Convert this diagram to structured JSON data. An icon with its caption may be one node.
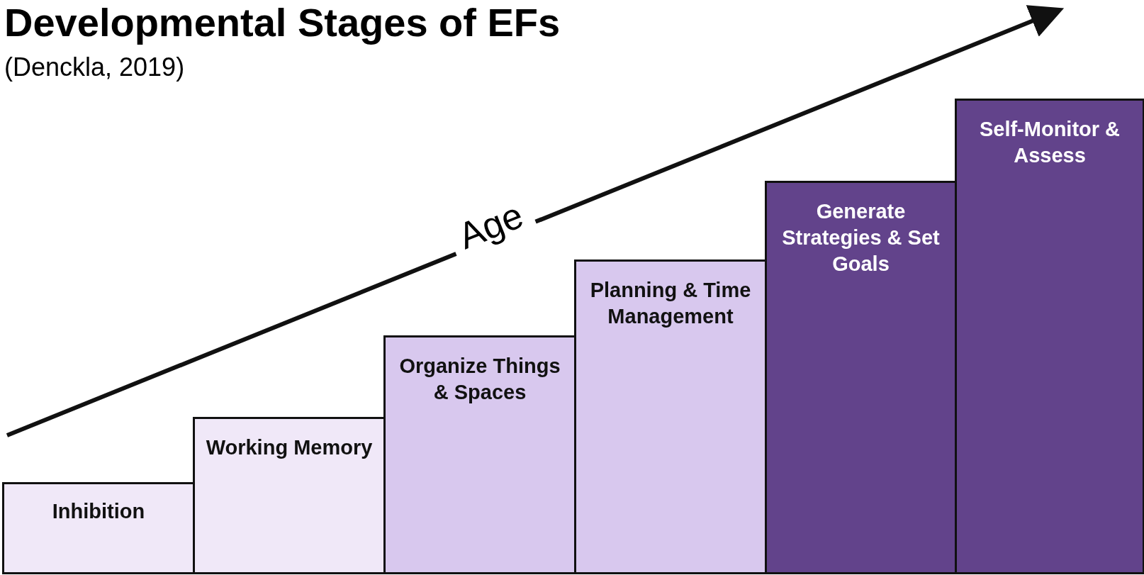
{
  "diagram": {
    "title": "Developmental Stages of EFs",
    "caption": "(Denckla, 2019)",
    "nodes": [
      {
        "text": [
          "Inhibition"
        ]
      },
      {
        "text": [
          "Working Memory"
        ]
      },
      {
        "text": [
          "Organize Things & Spaces"
        ]
      },
      {
        "text": [
          "Planning & Time Management"
        ]
      },
      {
        "text": [
          "Generate Strategies & Set Goals"
        ]
      },
      {
        "text": [
          "Self-Monitor & Assess"
        ]
      }
    ],
    "labels": [
      "Age"
    ]
  }
}
